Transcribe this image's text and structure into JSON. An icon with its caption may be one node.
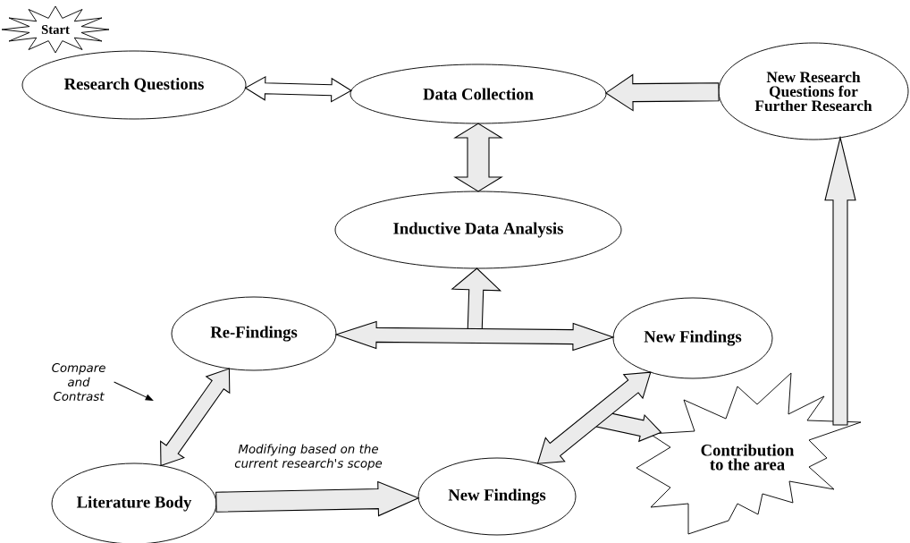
{
  "diagram": {
    "nodes": [
      {
        "text": [
          "Start"
        ]
      },
      {
        "text": [
          "Research Questions"
        ]
      },
      {
        "text": [
          "Data Collection"
        ]
      },
      {
        "text": [
          "New Research Questions for Further Research"
        ]
      },
      {
        "text": [
          "Inductive Data Analysis"
        ]
      },
      {
        "text": [
          "Re-Findings"
        ]
      },
      {
        "text": [
          "New Findings"
        ]
      },
      {
        "text": [
          "Literature Body"
        ]
      },
      {
        "text": [
          "New Findings"
        ]
      },
      {
        "text": [
          "Contribution to the area"
        ]
      },
      {
        "text": [
          "Compare and Contrast"
        ]
      }
    ],
    "edges": [
      {
        "from": 1,
        "to": 2,
        "arrow": "both"
      },
      {
        "from": 3,
        "to": 2,
        "arrow": "to"
      },
      {
        "from": 2,
        "to": 4,
        "arrow": "both"
      },
      {
        "from": 5,
        "to": 6,
        "arrow": "both"
      },
      {
        "from": null,
        "to": 4,
        "arrow": "to"
      },
      {
        "from": 7,
        "to": 5,
        "arrow": "both"
      },
      {
        "from": 7,
        "to": 8,
        "arrow": "to",
        "label": "Modifying based on the current research's scope"
      },
      {
        "from": 8,
        "to": 6,
        "arrow": "both"
      },
      {
        "from": null,
        "to": 9,
        "arrow": "to"
      },
      {
        "from": 9,
        "to": 3,
        "arrow": "to"
      },
      {
        "from": 10,
        "to": null,
        "arrow": "to"
      }
    ]
  }
}
